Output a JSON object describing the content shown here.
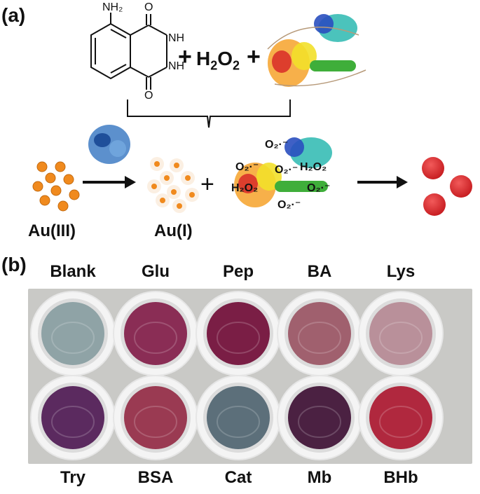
{
  "panel_a": {
    "label": "(a)",
    "luminol": {
      "nh2": "NH₂",
      "o_top": "O",
      "o_bottom": "O",
      "nh1": "NH",
      "nh2_ring": "NH"
    },
    "plus1": "+",
    "h2o2": {
      "main": "H",
      "sub1": "2",
      "o": "O",
      "sub2": "2"
    },
    "plus2": "+",
    "plus3": "+",
    "species": [
      {
        "txt": "O₂·⁻"
      },
      {
        "txt": "O₂·⁻"
      },
      {
        "txt": "O₂·⁻"
      },
      {
        "txt": "H₂O₂"
      },
      {
        "txt": "H₂O₂"
      },
      {
        "txt": "O₂·⁻"
      },
      {
        "txt": "O₂·⁻"
      }
    ],
    "au3": "Au(III)",
    "au1": "Au(I)"
  },
  "panel_b": {
    "label": "(b)",
    "top_labels": [
      "Blank",
      "Glu",
      "Pep",
      "BA",
      "Lys"
    ],
    "bottom_labels": [
      "Try",
      "BSA",
      "Cat",
      "Mb",
      "BHb"
    ],
    "top_colors": [
      "#8fa3a6",
      "#8a2d55",
      "#7a1e45",
      "#a0606e",
      "#b9909a"
    ],
    "bottom_colors": [
      "#5b2a5f",
      "#9a3a52",
      "#5c6f7a",
      "#4b2142",
      "#b0283e"
    ]
  },
  "colors": {
    "gold_particle": "#f08a1e",
    "red_particle": "#d8262a",
    "plate": "#d4d4d2"
  }
}
